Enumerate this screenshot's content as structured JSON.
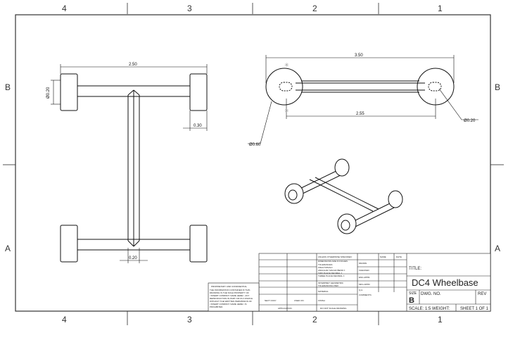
{
  "zones": {
    "top": [
      "4",
      "3",
      "2",
      "1"
    ],
    "bottom": [
      "4",
      "3",
      "2",
      "1"
    ],
    "left": [
      "B",
      "A"
    ],
    "right": [
      "B",
      "A"
    ]
  },
  "dimensions": {
    "front_width": "2.50",
    "front_wheel_dia": "Ø0.20",
    "front_hub_width": "0.30",
    "front_axle_width": "0.20",
    "top_length": "3.50",
    "top_center": "2.55",
    "top_hub_dia": "Ø0.20",
    "top_wheel_dia": "Ø0.60"
  },
  "title_block": {
    "unless": "UNLESS OTHERWISE SPECIFIED:",
    "dims": "DIMENSIONS ARE IN INCHES",
    "tol": "TOLERANCES:",
    "frac": "FRACTIONAL±",
    "ang": "ANGULAR: MACH±  BEND ±",
    "two_place": "TWO PLACE DECIMAL ±",
    "three_place": "THREE PLACE DECIMAL ±",
    "interpret": "INTERPRET GEOMETRIC",
    "tol2": "TOLERANCING PER:",
    "material": "MATERIAL",
    "finish": "FINISH",
    "do_not_scale": "DO NOT SCALE DRAWING",
    "next_assy": "NEXT ASSY",
    "used_on": "USED ON",
    "application": "APPLICATION",
    "name": "NAME",
    "date": "DATE",
    "drawn": "DRAWN",
    "checked": "CHECKED",
    "eng_appr": "ENG APPR.",
    "mfg_appr": "MFG APPR.",
    "qa": "Q.A.",
    "comments": "COMMENTS:",
    "prop_title": "PROPRIETARY AND CONFIDENTIAL",
    "prop_1": "THE INFORMATION CONTAINED IN THIS",
    "prop_2": "DRAWING IS THE SOLE PROPERTY OF",
    "prop_3": "<INSERT COMPANY NAME HERE>. ANY",
    "prop_4": "REPRODUCTION IN PART OR AS A WHOLE",
    "prop_5": "WITHOUT THE WRITTEN PERMISSION OF",
    "prop_6": "<INSERT COMPANY NAME HERE> IS",
    "prop_7": "PROHIBITED.",
    "title_label": "TITLE:",
    "title": "DC4 Wheelbase",
    "size_label": "SIZE",
    "size": "B",
    "dwg_label": "DWG. NO.",
    "rev_label": "REV",
    "scale": "SCALE: 1:5  WEIGHT:",
    "sheet": "SHEET 1 OF 1"
  },
  "colors": {
    "line": "#111111",
    "frame": "#333333",
    "center": "#999999"
  }
}
